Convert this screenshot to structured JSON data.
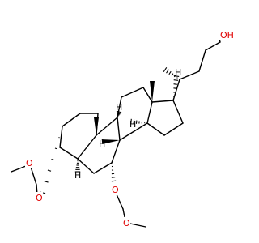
{
  "molecule": {
    "colors": {
      "bond": "#000000",
      "carbon_label": "#000000",
      "oxygen_label": "#e00000",
      "background": "#ffffff"
    },
    "labels": {
      "hydroxyl": "OH",
      "ether_o1": "O",
      "ether_o2": "O",
      "ether_o3": "O",
      "ether_o4": "O",
      "h_c17": "H",
      "h_c14": "H",
      "h_c9": "H",
      "h_c8": "H",
      "h_c5": "H"
    }
  }
}
